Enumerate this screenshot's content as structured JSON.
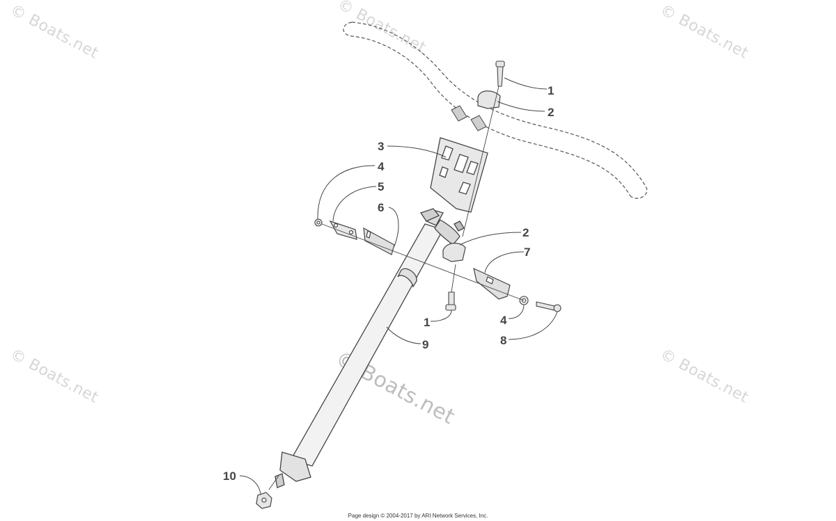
{
  "watermark": "© Boats.net",
  "callouts": [
    "1",
    "2",
    "3",
    "4",
    "5",
    "6",
    "2",
    "7",
    "1",
    "4",
    "8",
    "9",
    "10"
  ],
  "footer": "Page design © 2004-2017 by ARI Network Services, Inc.",
  "colors": {
    "line": "#444444",
    "part_fill": "#e8e8e8",
    "watermark": "#d6d6d6"
  }
}
